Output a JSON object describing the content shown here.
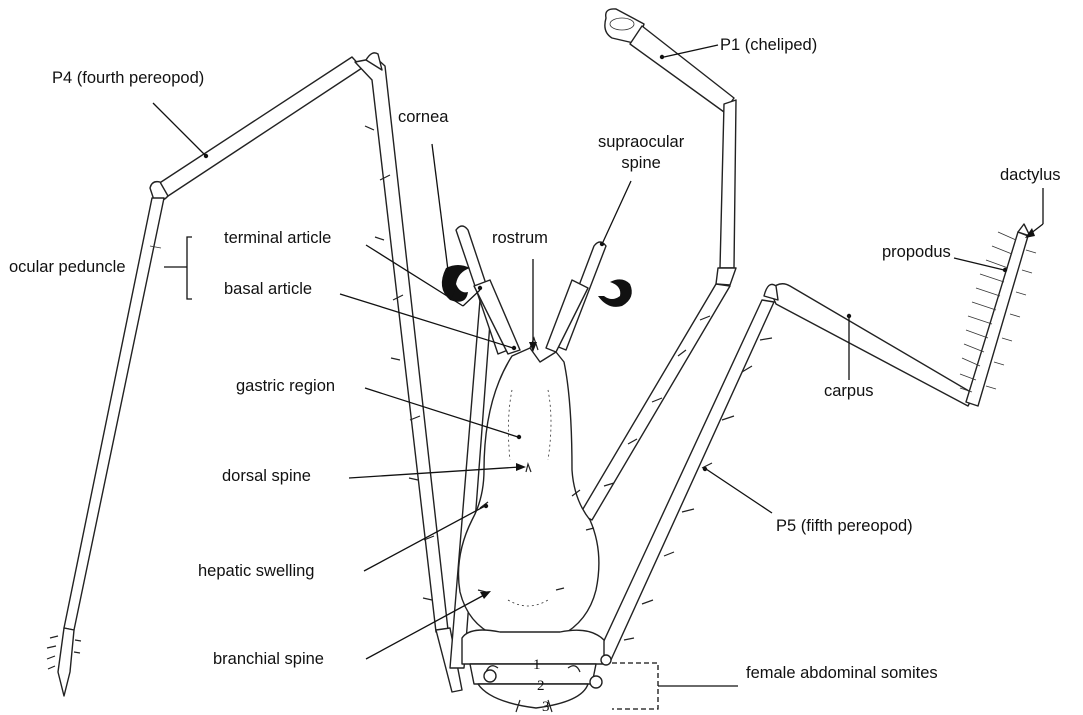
{
  "labels": {
    "p4": "P4 (fourth pereopod)",
    "p1": "P1 (cheliped)",
    "cornea": "cornea",
    "supraocular_spine": "supraocular\nspine",
    "dactylus": "dactylus",
    "terminal_article": "terminal article",
    "rostrum": "rostrum",
    "propodus": "propodus",
    "ocular_peduncle": "ocular peduncle",
    "basal_article": "basal article",
    "carpus": "carpus",
    "gastric_region": "gastric region",
    "dorsal_spine": "dorsal spine",
    "p5": "P5 (fifth pereopod)",
    "hepatic_swelling": "hepatic swelling",
    "branchial_spine": "branchial spine",
    "female_abdominal_somites": "female abdominal somites"
  },
  "somite_numbers": [
    "1",
    "2",
    "3"
  ]
}
